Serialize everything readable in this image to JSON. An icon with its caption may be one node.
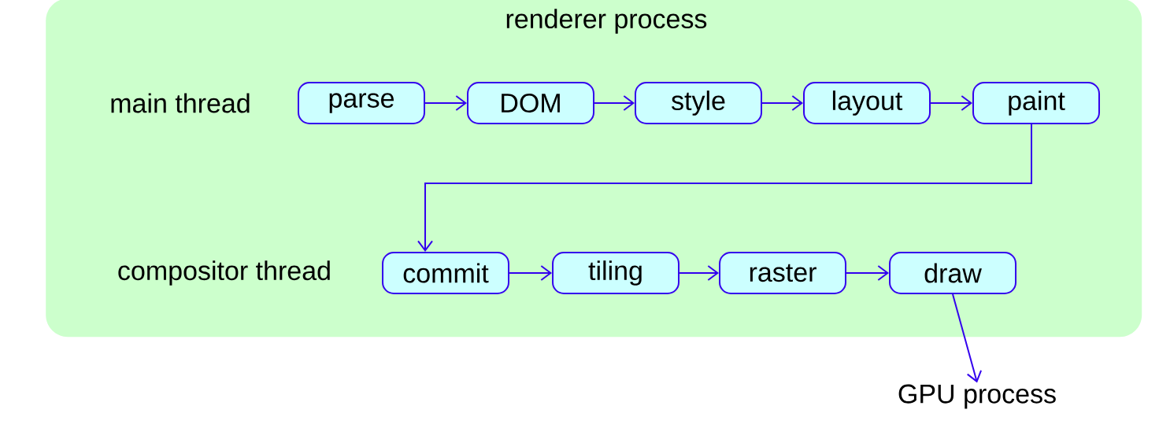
{
  "diagram": {
    "nodes": [
      {
        "text": [
          "renderer process"
        ]
      },
      {
        "text": [
          "parse"
        ],
        "in": 0
      },
      {
        "text": [
          "DOM"
        ],
        "in": 0
      },
      {
        "text": [
          "style"
        ],
        "in": 0
      },
      {
        "text": [
          "layout"
        ],
        "in": 0
      },
      {
        "text": [
          "paint"
        ],
        "in": 0
      },
      {
        "text": [
          "commit"
        ],
        "in": 0
      },
      {
        "text": [
          "tiling"
        ],
        "in": 0
      },
      {
        "text": [
          "raster"
        ],
        "in": 0
      },
      {
        "text": [
          "draw"
        ],
        "in": 0
      },
      {
        "text": [
          "GPU process"
        ]
      }
    ],
    "edges": [
      {
        "from": 1,
        "to": 2,
        "arrow": "to"
      },
      {
        "from": 2,
        "to": 3,
        "arrow": "to"
      },
      {
        "from": 3,
        "to": 4,
        "arrow": "to"
      },
      {
        "from": 4,
        "to": 5,
        "arrow": "to"
      },
      {
        "from": 5,
        "to": 6,
        "arrow": "to"
      },
      {
        "from": 6,
        "to": 7,
        "arrow": "to"
      },
      {
        "from": 7,
        "to": 8,
        "arrow": "to"
      },
      {
        "from": 8,
        "to": 9,
        "arrow": "to"
      },
      {
        "from": 9,
        "to": 10,
        "arrow": "to"
      }
    ],
    "labels": [
      "main thread",
      "compositor thread"
    ]
  }
}
